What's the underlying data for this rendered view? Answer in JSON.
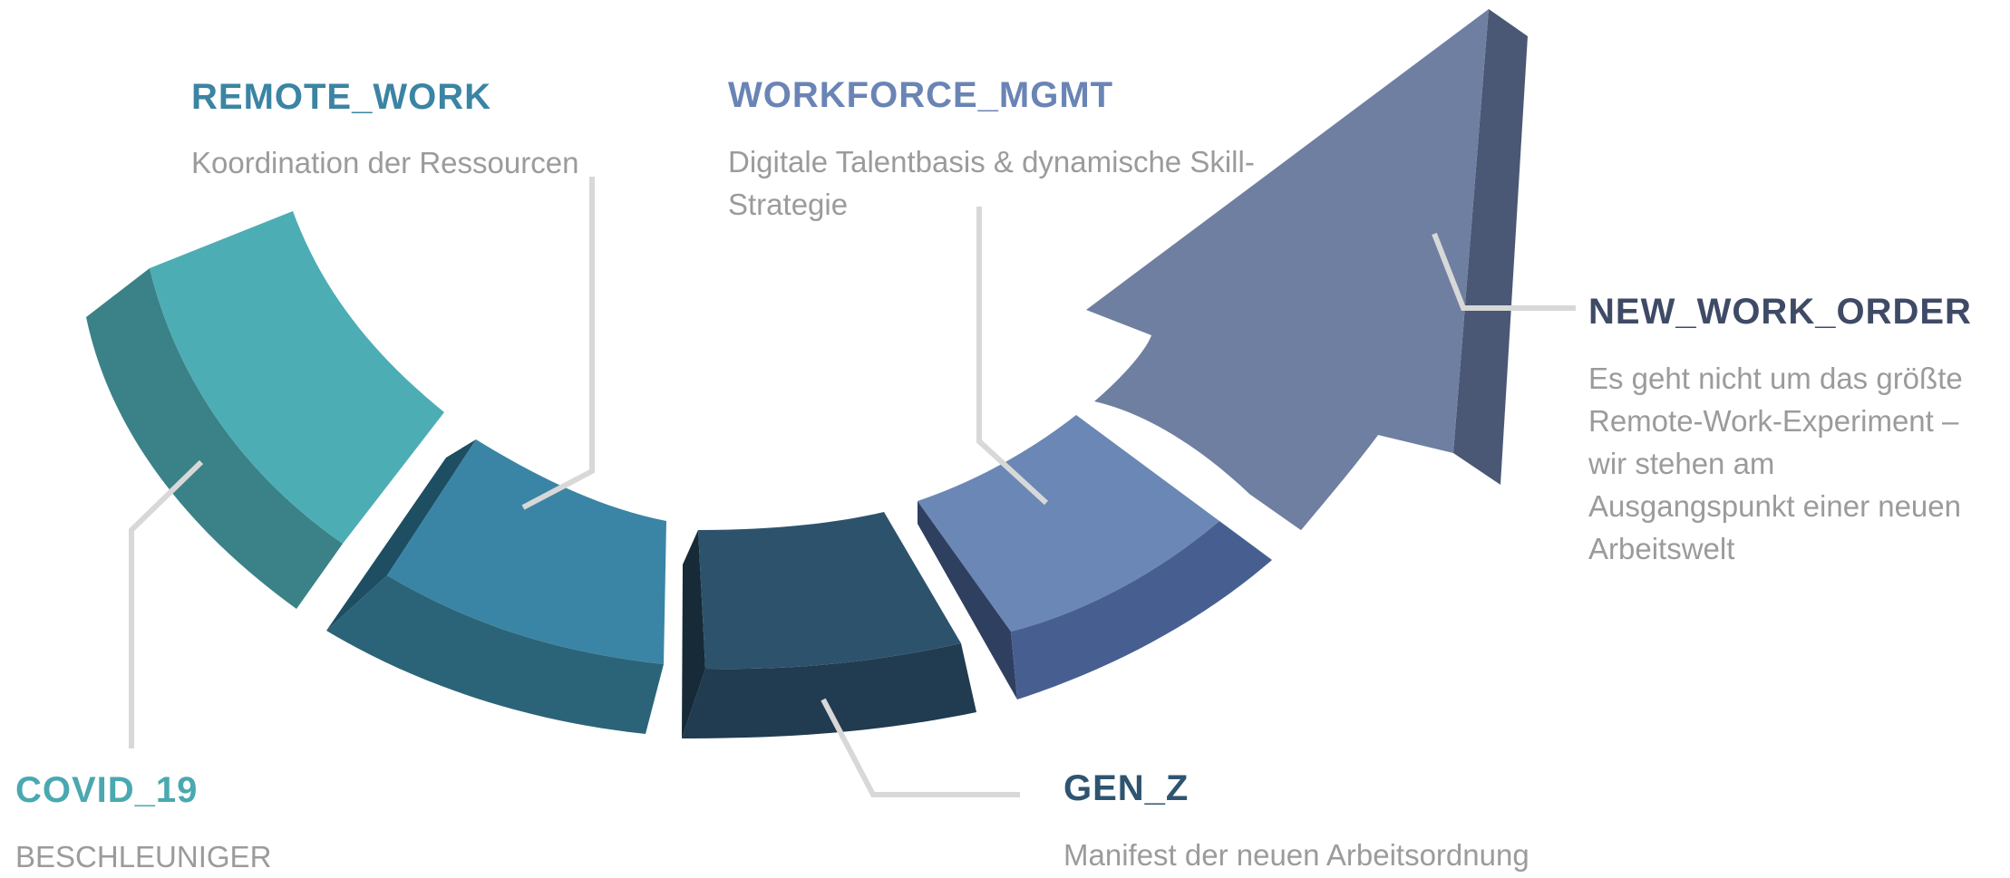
{
  "colors": {
    "covid_19": "#4aa8b0",
    "remote_work": "#3b84a3",
    "gen_z": "#2e5470",
    "workforce_mgmt": "#6a84b5",
    "new_work_order": "#6f7ea0",
    "leader": "#d8d8d8",
    "description": "#9b9b9b"
  },
  "stages": [
    {
      "key": "covid_19",
      "title": "COVID_19",
      "description": "BESCHLEUNIGER"
    },
    {
      "key": "remote_work",
      "title": "REMOTE_WORK",
      "description": "Koordination der Ressourcen"
    },
    {
      "key": "gen_z",
      "title": "GEN_Z",
      "description": "Manifest der neuen Arbeitsordnung"
    },
    {
      "key": "workforce_mgmt",
      "title": "WORKFORCE_MGMT",
      "description": "Digitale Talentbasis & dynamische Skill-Strategie"
    },
    {
      "key": "new_work_order",
      "title": "NEW_WORK_ORDER",
      "description": "Es geht nicht um das größte Remote-Work-Experiment – wir stehen am Ausgangspunkt einer neuen Arbeitswelt"
    }
  ]
}
